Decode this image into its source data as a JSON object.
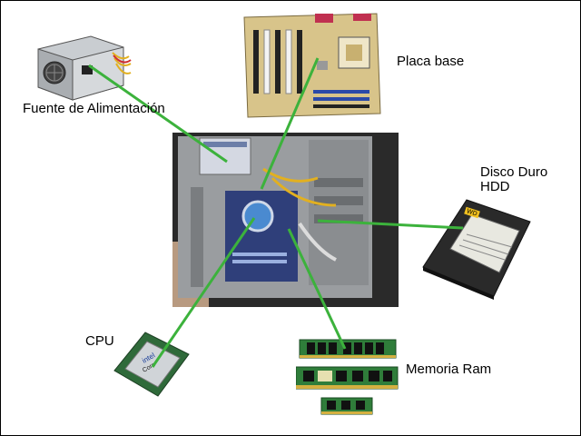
{
  "labels": {
    "motherboard": "Placa base",
    "psu": "Fuente de Alimentación",
    "hdd_line1": "Disco Duro",
    "hdd_line2": "HDD",
    "cpu": "CPU",
    "ram": "Memoria Ram"
  },
  "hdd_brand": "WD",
  "colors": {
    "connector_line": "#3cb23c",
    "pcb_green": "#2f7d3a",
    "motherboard_beige": "#d8c48a",
    "psu_silver": "#b8bcc0",
    "case_metal": "#8c8f92"
  },
  "icons": [
    "psu-icon",
    "motherboard-icon",
    "computer-case-icon",
    "hard-drive-icon",
    "cpu-chip-icon",
    "ram-module-icon"
  ]
}
